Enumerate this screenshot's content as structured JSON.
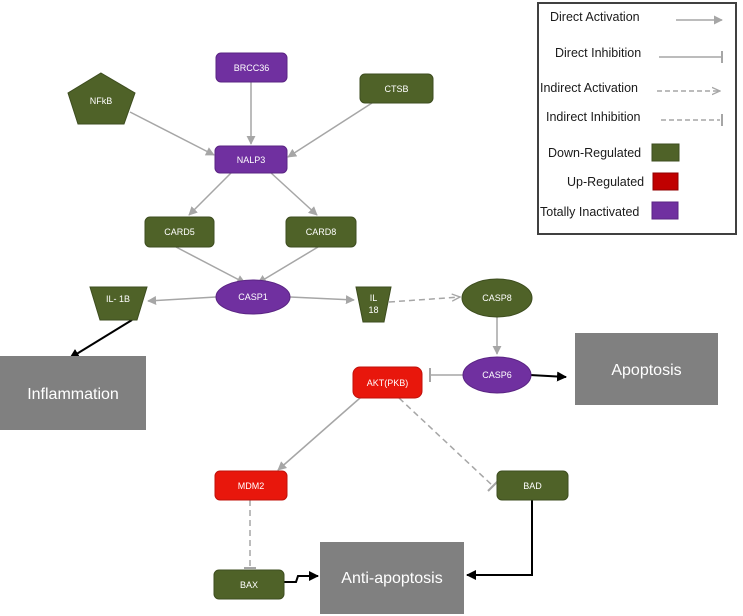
{
  "colors": {
    "down_regulated": "#4f6228",
    "up_regulated": "#e8170c",
    "totally_inactivated": "#7030a0",
    "outcome_box": "#808080",
    "arrow_gray": "#a6a6a6",
    "arrow_black": "#000000"
  },
  "legend": {
    "direct_activation": "Direct Activation",
    "direct_inhibition": "Direct Inhibition",
    "indirect_activation": "Indirect Activation",
    "indirect_inhibition": "Indirect Inhibition",
    "down_regulated": "Down-Regulated",
    "up_regulated": "Up-Regulated",
    "totally_inactivated": "Totally Inactivated"
  },
  "nodes": {
    "brcc36": "BRCC36",
    "nfkb": "NFkB",
    "ctsb": "CTSB",
    "nalp3": "NALP3",
    "card5": "CARD5",
    "card8": "CARD8",
    "casp1": "CASP1",
    "il1b": "IL- 1B",
    "il18_line1": "IL",
    "il18_line2": "18",
    "casp8": "CASP8",
    "casp6": "CASP6",
    "akt": "AKT(PKB)",
    "mdm2": "MDM2",
    "bad": "BAD",
    "bax": "BAX"
  },
  "outcomes": {
    "inflammation": "Inflammation",
    "apoptosis": "Apoptosis",
    "anti_apoptosis": "Anti-apoptosis"
  },
  "node_status": {
    "brcc36": "totally_inactivated",
    "nfkb": "down_regulated",
    "ctsb": "down_regulated",
    "nalp3": "totally_inactivated",
    "card5": "down_regulated",
    "card8": "down_regulated",
    "casp1": "totally_inactivated",
    "il1b": "down_regulated",
    "il18": "down_regulated",
    "casp8": "down_regulated",
    "casp6": "totally_inactivated",
    "akt": "up_regulated",
    "mdm2": "up_regulated",
    "bad": "down_regulated",
    "bax": "down_regulated"
  }
}
